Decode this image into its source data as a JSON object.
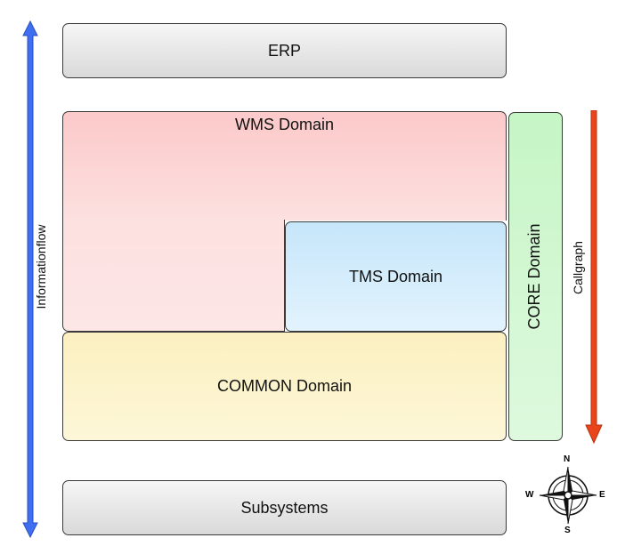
{
  "boxes": {
    "erp": "ERP",
    "wms": "WMS Domain",
    "tms": "TMS Domain",
    "common": "COMMON Domain",
    "core": "CORE Domain",
    "subsystems": "Subsystems"
  },
  "arrows": {
    "left": "Informationflow",
    "right": "Callgraph"
  },
  "compass": {
    "north": "N",
    "east": "E",
    "south": "S",
    "west": "W"
  },
  "colors": {
    "info_arrow": "#3f6ef0",
    "call_arrow": "#e8451c"
  }
}
